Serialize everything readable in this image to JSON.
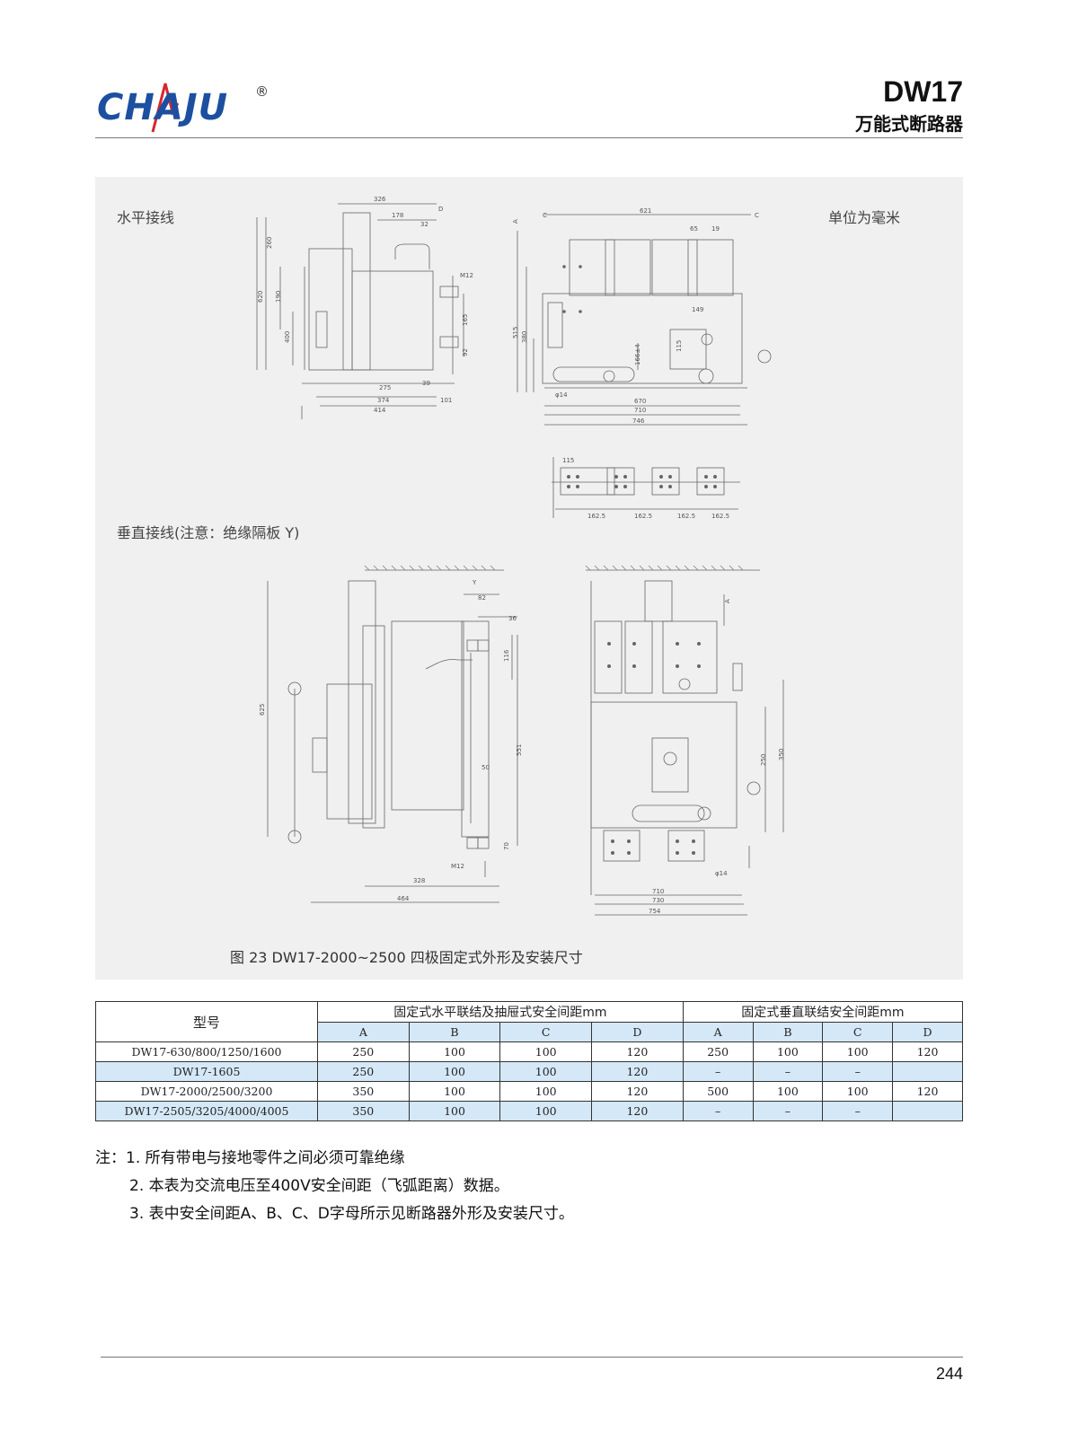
{
  "brand": {
    "logo_text": "CHAJU",
    "registered": "®"
  },
  "header": {
    "model": "DW17",
    "product_name": "万能式断路器"
  },
  "figure": {
    "label_horizontal": "水平接线",
    "label_unit": "单位为毫米",
    "label_vertical": "垂直接线(注意：绝缘隔板 Y)",
    "caption": "图 23  DW17-2000~2500 四极固定式外形及安装尺寸",
    "dims": {
      "d326": "326",
      "d178": "178",
      "d32": "32",
      "d260": "260",
      "d190": "190",
      "d620": "620",
      "d400": "400",
      "d275": "275",
      "d374": "374",
      "d414": "414",
      "d101": "101",
      "d39": "39",
      "d165": "165",
      "d92": "92",
      "dM12": "M12",
      "d621": "621",
      "d65": "65",
      "d19": "19",
      "d149": "149",
      "d115": "115",
      "d380": "380",
      "d515": "515",
      "d166": "166±4",
      "d670": "670",
      "d710": "710",
      "d746": "746",
      "d14": "φ14",
      "d1625": "162.5",
      "d625": "625",
      "d82": "82",
      "d36": "36",
      "d116": "116",
      "d551": "551",
      "d50": "50",
      "d70": "70",
      "d328": "328",
      "d464": "464",
      "d250": "250",
      "d350": "350",
      "d730": "730",
      "d754": "754",
      "dY": "Y",
      "dA": "A",
      "dC": "C",
      "dD": "D"
    }
  },
  "table": {
    "col_model": "型号",
    "group_horizontal": "固定式水平联结及抽屉式安全间距mm",
    "group_vertical": "固定式垂直联结安全间距mm",
    "sub_headers": [
      "A",
      "B",
      "C",
      "D",
      "A",
      "B",
      "C",
      "D"
    ],
    "rows": [
      {
        "model": "DW17-630/800/1250/1600",
        "values": [
          "250",
          "100",
          "100",
          "120",
          "250",
          "100",
          "100",
          "120"
        ]
      },
      {
        "model": "DW17-1605",
        "values": [
          "250",
          "100",
          "100",
          "120",
          "–",
          "–",
          "–",
          ""
        ]
      },
      {
        "model": "DW17-2000/2500/3200",
        "values": [
          "350",
          "100",
          "100",
          "120",
          "500",
          "100",
          "100",
          "120"
        ]
      },
      {
        "model": "DW17-2505/3205/4000/4005",
        "values": [
          "350",
          "100",
          "100",
          "120",
          "–",
          "–",
          "–",
          ""
        ]
      }
    ]
  },
  "notes": [
    "注：1. 所有带电与接地零件之间必须可靠绝缘",
    "2. 本表为交流电压至400V安全间距（飞弧距离）数据。",
    "3. 表中安全间距A、B、C、D字母所示见断路器外形及安装尺寸。"
  ],
  "page_number": "244",
  "colors": {
    "brand_blue": "#1d4fa0",
    "brand_red": "#d8262b",
    "table_highlight": "#d5e8f7",
    "figure_bg": "#f0f0f0"
  }
}
